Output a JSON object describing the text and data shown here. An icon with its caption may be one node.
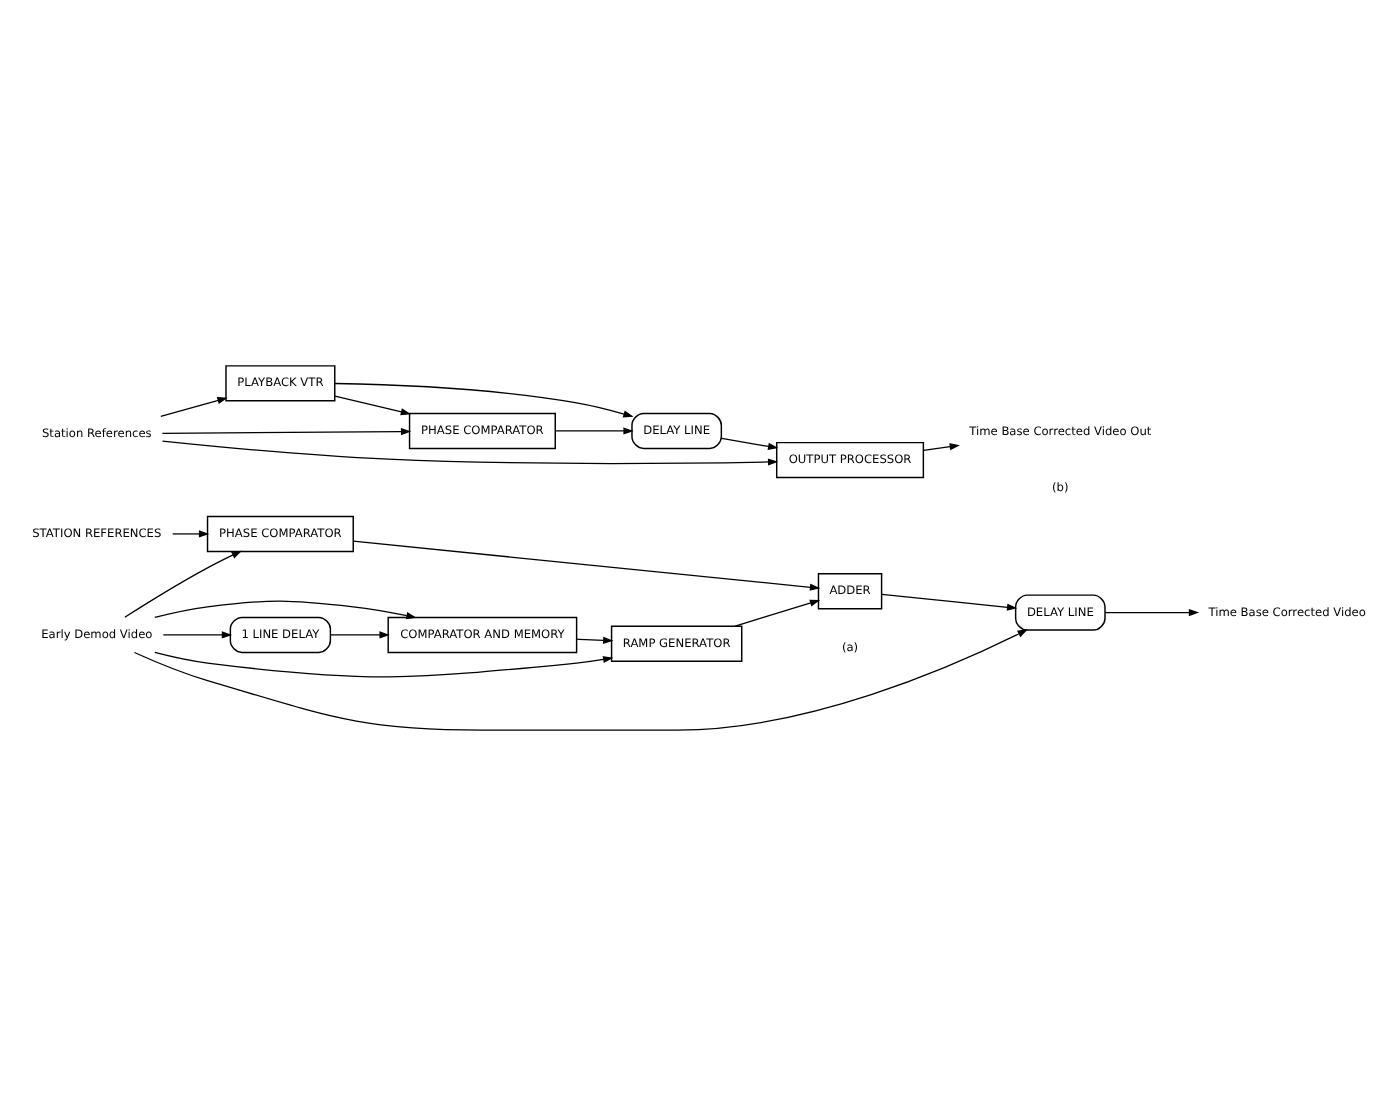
{
  "diagram": {
    "nodes": [
      {
        "text": [
          "Early Demod Video"
        ]
      },
      {
        "text": [
          "DELAY LINE"
        ]
      },
      {
        "text": [
          "Time Base Corrected Video"
        ]
      },
      {
        "text": [
          "ADDER"
        ]
      },
      {
        "text": [
          "PHASE COMPARATOR"
        ]
      },
      {
        "text": [
          "STATION REFERENCES"
        ]
      },
      {
        "text": [
          "COMPARATOR AND MEMORY"
        ]
      },
      {
        "text": [
          "1 LINE DELAY"
        ]
      },
      {
        "text": [
          "RAMP GENERATOR"
        ]
      },
      {
        "text": [
          "Station References"
        ]
      },
      {
        "text": [
          "PLAYBACK VTR"
        ]
      },
      {
        "text": [
          "DELAY LINE"
        ]
      },
      {
        "text": [
          "PHASE COMPARATOR"
        ]
      },
      {
        "text": [
          "OUTPUT PROCESSOR"
        ]
      },
      {
        "text": [
          "Time Base Corrected Video Out"
        ]
      }
    ],
    "edges": [
      {
        "from": 0,
        "to": 1,
        "arrow": "to"
      },
      {
        "from": 0,
        "to": 4,
        "arrow": "to"
      },
      {
        "from": 0,
        "to": 6,
        "arrow": "to"
      },
      {
        "from": 0,
        "to": 7,
        "arrow": "to"
      },
      {
        "from": 0,
        "to": 8,
        "arrow": "to"
      },
      {
        "from": 1,
        "to": 2,
        "arrow": "to"
      },
      {
        "from": 3,
        "to": 1,
        "arrow": "to"
      },
      {
        "from": 4,
        "to": 3,
        "arrow": "to"
      },
      {
        "from": 5,
        "to": 4,
        "arrow": "to"
      },
      {
        "from": 7,
        "to": 6,
        "arrow": "to"
      },
      {
        "from": 6,
        "to": 8,
        "arrow": "to"
      },
      {
        "from": 8,
        "to": 3,
        "arrow": "to"
      },
      {
        "from": 9,
        "to": 10,
        "arrow": "to"
      },
      {
        "from": 9,
        "to": 12,
        "arrow": "to"
      },
      {
        "from": 9,
        "to": 13,
        "arrow": "to"
      },
      {
        "from": 10,
        "to": 11,
        "arrow": "to"
      },
      {
        "from": 10,
        "to": 12,
        "arrow": "to"
      },
      {
        "from": 12,
        "to": 11,
        "arrow": "to"
      },
      {
        "from": 11,
        "to": 13,
        "arrow": "to"
      },
      {
        "from": 13,
        "to": 14,
        "arrow": "to"
      }
    ],
    "labels": [
      "(a)",
      "(b)"
    ]
  }
}
